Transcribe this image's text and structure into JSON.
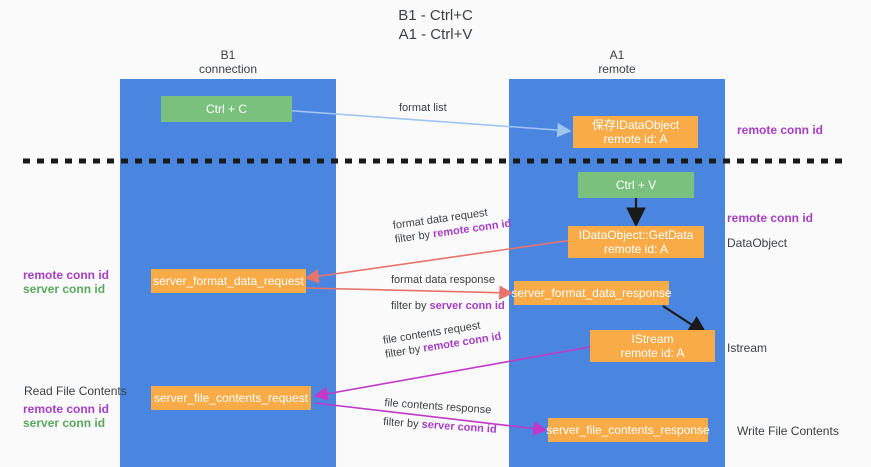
{
  "title": {
    "line1": "B1 - Ctrl+C",
    "line2": "A1 - Ctrl+V"
  },
  "columns": [
    {
      "name": "B1",
      "role": "connection"
    },
    {
      "name": "A1",
      "role": "remote"
    }
  ],
  "nodes": {
    "ctrl_c": "Ctrl + C",
    "save_dataobject_l1": "保存IDataObject",
    "save_dataobject_l2": "remote id: A",
    "ctrl_v": "Ctrl + V",
    "getdata_l1": "IDataObject::GetData",
    "getdata_l2": "remote id: A",
    "server_format_data_request": "server_format_data_request",
    "server_format_data_response": "server_format_data_response",
    "istream_l1": "IStream",
    "istream_l2": "remote id: A",
    "server_file_contents_request": "server_file_contents_request",
    "server_file_contents_response": "server_file_contents_response"
  },
  "edges": {
    "format_list": "format list",
    "format_data_request": "format data request",
    "format_data_request_filter_prefix": "filter by ",
    "format_data_request_filter_key": "remote conn id",
    "format_data_response": "format data response",
    "format_data_response_filter_prefix": "filter by ",
    "format_data_response_filter_key": "server conn id",
    "file_contents_request": "file contents request",
    "file_contents_request_filter_prefix": "filter by ",
    "file_contents_request_filter_key": "remote conn id",
    "file_contents_response": "file contents response",
    "file_contents_response_filter_prefix": "filter by ",
    "file_contents_response_filter_key": "server conn id"
  },
  "annotations": {
    "right_remote_conn_id_top": "remote conn id",
    "right_remote_conn_id_mid": "remote conn id",
    "right_dataobject": "DataObject",
    "right_istream": "Istream",
    "right_write_file_contents": "Write File Contents",
    "left_remote_conn_id_a": "remote conn id",
    "left_server_conn_id_a": "server conn id",
    "left_read_file_contents": "Read File Contents",
    "left_remote_conn_id_b": "remote conn id",
    "left_server_conn_id_b": "server conn id"
  },
  "colors": {
    "panel": "#4a86e0",
    "node_orange": "#f9ab48",
    "node_green": "#7bc17e",
    "arrow_blue": "#9fc5f0",
    "arrow_red": "#e8736a",
    "arrow_magenta": "#c238c9",
    "arrow_black": "#1a1a1a",
    "key_purple": "#a63ec4",
    "key_green": "#5aa85f",
    "background": "#fafafa"
  }
}
